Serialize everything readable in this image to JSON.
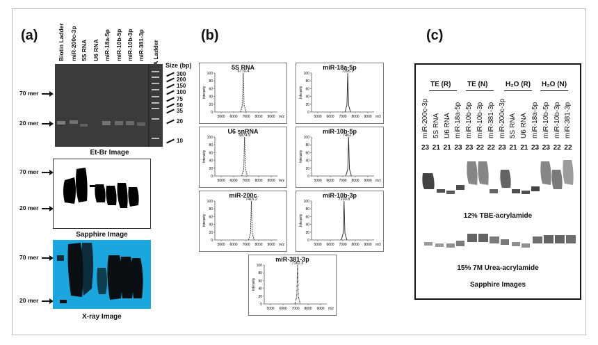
{
  "panel_a": {
    "label": "(a)",
    "lanes": [
      "Biotin Ladder",
      "miR-200c-3p",
      "5S RNA",
      "U6 RNA",
      "miR-18a-5p",
      "miR-10b-5p",
      "miR-10b-3p",
      "miR-381-3p"
    ],
    "dna_ladder": "DNA Ladder",
    "size_header": "Size (bp)",
    "sizes": [
      "300",
      "200",
      "150",
      "100",
      "75",
      "50",
      "35",
      "20",
      "10"
    ],
    "mer_70": "70 mer",
    "mer_20": "20 mer",
    "etbr_caption": "Et-Br Image",
    "sapphire_caption": "Sapphire Image",
    "xray_caption": "X-ray Image"
  },
  "panel_b": {
    "label": "(b)",
    "x_ticks": [
      "5000",
      "6000",
      "7000",
      "8000",
      "9000"
    ],
    "x_unit": "m/z",
    "y_label": "Intensity",
    "y_ticks": [
      "100",
      "80",
      "60",
      "40",
      "20",
      "0"
    ]
  },
  "chart_data": [
    {
      "type": "line",
      "title": "5S RNA",
      "peak_label": "6770.4",
      "peak_x": 6770.4,
      "style": "dashed",
      "xlim": [
        4500,
        9500
      ],
      "ylim": [
        0,
        100
      ],
      "xlabel": "m/z",
      "ylabel": "Intensity"
    },
    {
      "type": "line",
      "title": "miR-18a-5p",
      "peak_label": "7395.2",
      "peak_x": 7395.2,
      "style": "solid",
      "xlim": [
        4500,
        9500
      ],
      "ylim": [
        0,
        100
      ],
      "xlabel": "m/z",
      "ylabel": "Intensity"
    },
    {
      "type": "line",
      "title": "U6 snRNA",
      "peak_label": "6874.9",
      "peak_x": 6874.9,
      "style": "dashed",
      "xlim": [
        4500,
        9500
      ],
      "ylim": [
        0,
        100
      ],
      "xlabel": "m/z",
      "ylabel": "Intensity"
    },
    {
      "type": "line",
      "title": "miR-10b-5p",
      "peak_label": "7462.7",
      "peak_x": 7462.7,
      "style": "solid",
      "xlim": [
        4500,
        9500
      ],
      "ylim": [
        0,
        100
      ],
      "xlabel": "m/z",
      "ylabel": "Intensity"
    },
    {
      "type": "line",
      "title": "miR-200c",
      "peak_label": "7416.2",
      "peak_x": 7416.2,
      "style": "dashed",
      "xlim": [
        4500,
        9500
      ],
      "ylim": [
        0,
        100
      ],
      "xlabel": "m/z",
      "ylabel": "Intensity"
    },
    {
      "type": "line",
      "title": "miR-10b-3p",
      "peak_label": "7100.8",
      "peak_x": 7100.8,
      "style": "solid",
      "xlim": [
        4500,
        9500
      ],
      "ylim": [
        0,
        100
      ],
      "xlabel": "m/z",
      "ylabel": "Intensity"
    },
    {
      "type": "line",
      "title": "miR-381-3p",
      "peak_label": "7162.3",
      "peak_x": 7162.3,
      "style": "dashdot",
      "xlim": [
        4500,
        9500
      ],
      "ylim": [
        0,
        100
      ],
      "xlabel": "m/z",
      "ylabel": "Intensity"
    }
  ],
  "panel_c": {
    "label": "(c)",
    "groups": [
      "TE (R)",
      "TE (N)",
      "H₂O (R)",
      "H₂O (N)"
    ],
    "lanes": [
      "miR-200c-3p",
      "5S RNA",
      "U6 RNA",
      "miR-18a-5p",
      "miR-10b-5p",
      "miR-10b-3p",
      "miR-381-3p",
      "miR-200c-3p",
      "5S RNA",
      "U6 RNA",
      "miR-18a-5p",
      "miR-10b-5p",
      "miR-10b-3p",
      "miR-381-3p"
    ],
    "numbers": [
      "23",
      "21",
      "21",
      "23",
      "23",
      "22",
      "22",
      "23",
      "21",
      "21",
      "23",
      "23",
      "22",
      "22"
    ],
    "caption_tbe": "12% TBE-acrylamide",
    "caption_urea": "15% 7M Urea-acrylamide",
    "caption_sapphire": "Sapphire Images"
  }
}
